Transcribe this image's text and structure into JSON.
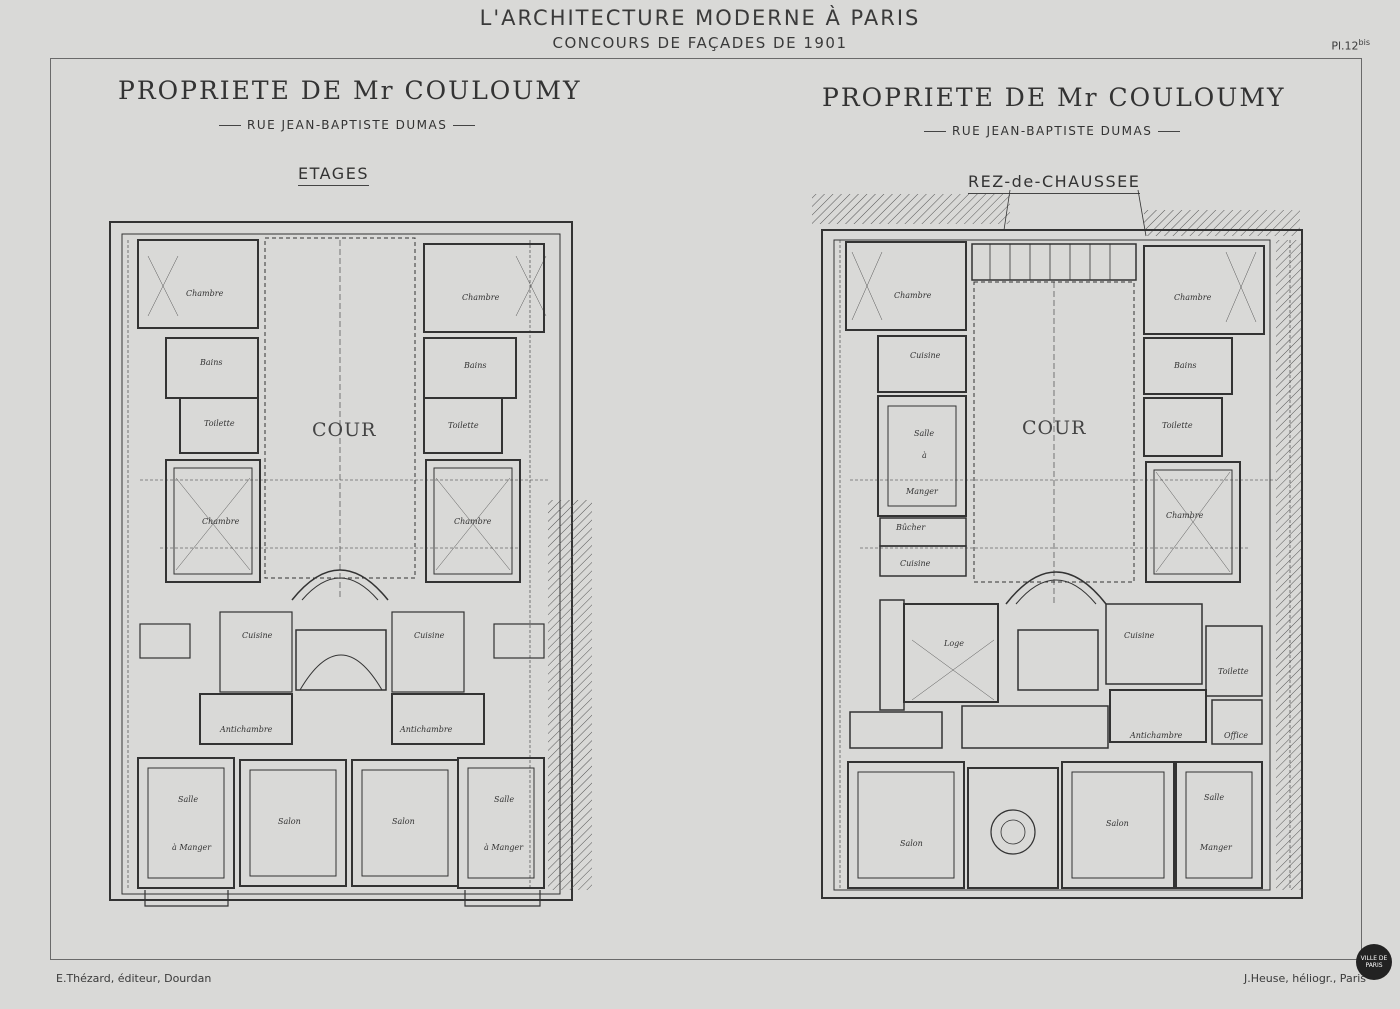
{
  "header": {
    "line1": "L'ARCHITECTURE MODERNE À PARIS",
    "line2": "CONCOURS DE FAÇADES DE 1901",
    "plate_main": "Pl.12",
    "plate_sup": "bis"
  },
  "left_plan": {
    "title": "PROPRIETE DE Mr COULOUMY",
    "street": "RUE JEAN-BAPTISTE DUMAS",
    "level": "ETAGES",
    "court": "COUR",
    "rooms": {
      "chambre_tl": "Chambre",
      "chambre_tr": "Chambre",
      "bains_l": "Bains",
      "bains_r": "Bains",
      "toilette_l": "Toilette",
      "toilette_r": "Toilette",
      "chambre_ml": "Chambre",
      "chambre_mr": "Chambre",
      "cuisine_l": "Cuisine",
      "cuisine_r": "Cuisine",
      "anti_l": "Antichambre",
      "anti_r": "Antichambre",
      "salle_l": "Salle",
      "manger_l": "à Manger",
      "salon_l": "Salon",
      "salon_r": "Salon",
      "salle_r": "Salle",
      "manger_r": "à Manger"
    }
  },
  "right_plan": {
    "title": "PROPRIETE DE Mr COULOUMY",
    "street": "RUE JEAN-BAPTISTE DUMAS",
    "level": "REZ-de-CHAUSSEE",
    "court": "COUR",
    "rooms": {
      "chambre_tl": "Chambre",
      "chambre_tr": "Chambre",
      "cuisine_t": "Cuisine",
      "bains": "Bains",
      "salle": "Salle",
      "a": "à",
      "manger": "Manger",
      "toilette": "Toilette",
      "chambre_m": "Chambre",
      "bucheron": "Bûcher",
      "cuisine_b": "Cuisine",
      "loge": "Loge",
      "cuisine_r": "Cuisine",
      "toilette_r": "Toilette",
      "anti": "Antichambre",
      "office": "Office",
      "salon_l": "Salon",
      "salon_r": "Salon",
      "salle_r": "Salle",
      "manger_r": "Manger"
    }
  },
  "footer": {
    "left": "E.Thézard, éditeur, Dourdan",
    "right": "J.Heuse, héliogr., Paris",
    "stamp": "VILLE DE PARIS"
  }
}
